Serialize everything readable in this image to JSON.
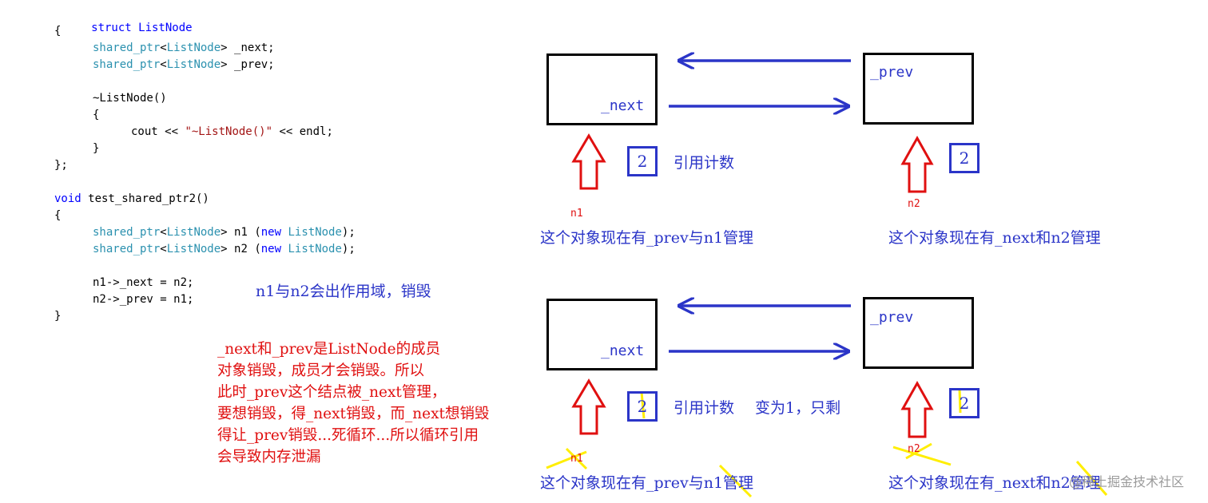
{
  "code": {
    "line1": " struct ListNode",
    "line2": "{",
    "line3_type": "shared_ptr",
    "line3_lt": "<",
    "line3_cls": "ListNode",
    "line3_rest": "> _next;",
    "line4_type": "shared_ptr",
    "line4_lt": "<",
    "line4_cls": "ListNode",
    "line4_rest": "> _prev;",
    "line5": "~ListNode()",
    "line6": "{",
    "line7_a": "cout << ",
    "line7_str": "\"~ListNode()\"",
    "line7_b": " << endl;",
    "line8": "}",
    "line9": "};",
    "line10_kw": "void",
    "line10_rest": " test_shared_ptr2()",
    "line11": "{",
    "line12_type": "shared_ptr",
    "line12_cls": "ListNode",
    "line12_mid": "> n1 (",
    "line12_new": "new",
    "line12_end": ");",
    "line13_type": "shared_ptr",
    "line13_cls": "ListNode",
    "line13_mid": "> n2 (",
    "line13_new": "new",
    "line13_end": ");",
    "line14": "n1->_next = n2;",
    "line15": "n2->_prev = n1;",
    "line16": "}"
  },
  "note_scope": "n1与n2会出作用域，销毁",
  "explanation": [
    "_next和_prev是ListNode的成员",
    "对象销毁，成员才会销毁。所以",
    "此时_prev这个结点被_next管理，",
    "要想销毁，得_next销毁，而_next想销毁",
    "得让_prev销毁...死循环...所以循环引用",
    "会导致内存泄漏"
  ],
  "diagram_top": {
    "left_field": "_next",
    "right_field": "_prev",
    "left_count": "2",
    "right_count": "2",
    "count_label": "引用计数",
    "left_ptr": "n1",
    "right_ptr": "n2",
    "left_desc": "这个对象现在有_prev与n1管理",
    "right_desc": "这个对象现在有_next和n2管理"
  },
  "diagram_bottom": {
    "left_field": "_next",
    "right_field": "_prev",
    "left_count": "2",
    "right_count": "2",
    "count_label": "引用计数",
    "change_note": "变为1，只剩",
    "left_ptr": "n1",
    "right_ptr": "n2",
    "left_desc": "这个对象现在有_prev与n1管理",
    "right_desc": "这个对象现在有_next和n2管理"
  },
  "watermark": "@稀土掘金技术社区",
  "colors": {
    "blue": "#2b35c8",
    "red": "#e01010",
    "yellow": "#ffee00"
  }
}
